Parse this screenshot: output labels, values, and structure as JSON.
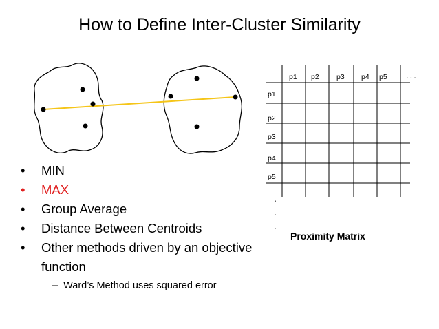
{
  "title": "How to Define Inter-Cluster Similarity",
  "bullets": [
    {
      "text": "MIN",
      "highlight": false
    },
    {
      "text": "MAX",
      "highlight": true
    },
    {
      "text": "Group Average",
      "highlight": false
    },
    {
      "text": "Distance Between Centroids",
      "highlight": false
    },
    {
      "text": "Other methods driven by an objective function",
      "highlight": false
    }
  ],
  "sub_bullet": "Ward’s Method uses squared error",
  "bullet_char": "•",
  "sub_bullet_char": "–",
  "matrix": {
    "col_headers": [
      "p1",
      "p2",
      "p3",
      "p4",
      "p5"
    ],
    "row_headers": [
      "p1",
      "p2",
      "p3",
      "p4",
      "p5"
    ],
    "ellipsis_h": "...",
    "ellipsis_v": ".\n.\n.",
    "caption": "Proximity Matrix"
  },
  "colors": {
    "highlight": "#e02020",
    "connector": "#f5c518"
  }
}
